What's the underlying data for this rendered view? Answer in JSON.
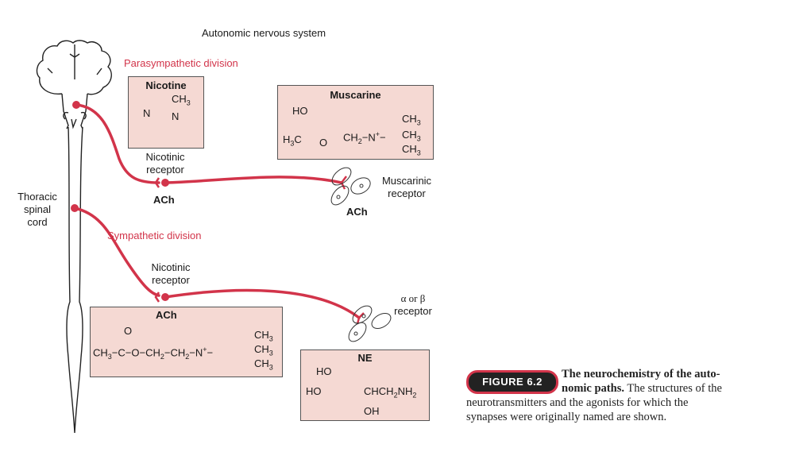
{
  "title": "Autonomic nervous system",
  "parasympathetic": {
    "label": "Parasympathetic division",
    "ganglion_receptor": [
      "Nicotinic",
      "receptor"
    ],
    "ganglion_transmitter": "ACh",
    "target_receptor": [
      "Muscarinic",
      "receptor"
    ],
    "target_transmitter": "ACh"
  },
  "sympathetic": {
    "label": "Sympathetic division",
    "ganglion_receptor": [
      "Nicotinic",
      "receptor"
    ],
    "target_receptor": [
      "α or β",
      "receptor"
    ]
  },
  "spinal_label": [
    "Thoracic",
    "spinal",
    "cord"
  ],
  "structures": {
    "nicotine": {
      "name": "Nicotine",
      "ch3": "CH3",
      "n1": "N",
      "n2": "N"
    },
    "muscarine": {
      "name": "Muscarine",
      "ho": "HO",
      "h3c": "H3C",
      "o": "O",
      "chain": "CH2−N",
      "ch3": [
        "CH3",
        "CH3",
        "CH3"
      ]
    },
    "ach": {
      "name": "ACh",
      "o": "O",
      "chain": "CH3−C−O−CH2−CH2−N",
      "ch3": [
        "CH3",
        "CH3",
        "CH3"
      ]
    },
    "ne": {
      "name": "NE",
      "ho1": "HO",
      "ho2": "HO",
      "chain": "CHCH2NH2",
      "oh": "OH"
    }
  },
  "figure": {
    "badge": "FIGURE 6.2",
    "caption_bold": "The neurochemistry of the auto-nomic paths.",
    "caption_line1_bold": "The neurochemistry of the auto-",
    "caption_line2_bold": "nomic paths.",
    "caption_line2_rest": " The structures of the",
    "caption_line3": "neurotransmitters and the agonists for which the",
    "caption_line4": "synapses were originally named are shown."
  },
  "colors": {
    "accent": "#d2344a",
    "box_fill": "#f5d9d3"
  }
}
